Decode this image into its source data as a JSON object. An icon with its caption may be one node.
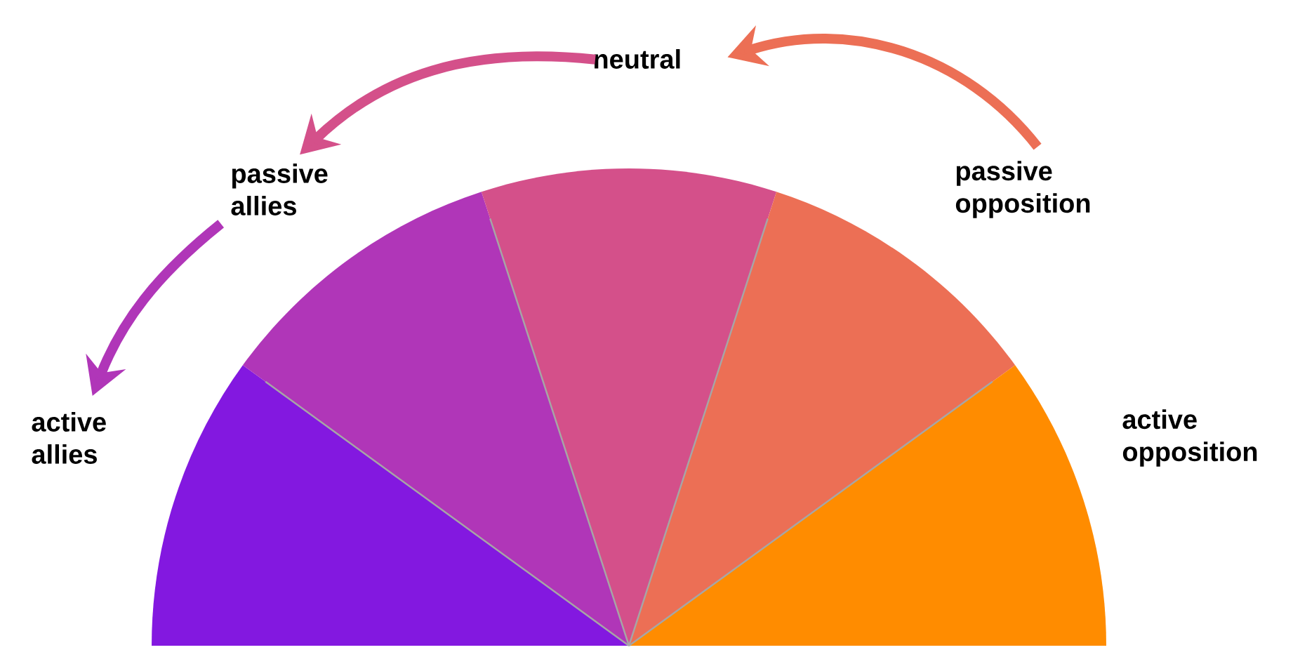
{
  "diagram": {
    "nodes": [
      {
        "text": [
          "active allies"
        ]
      },
      {
        "text": [
          "passive allies"
        ]
      },
      {
        "text": [
          "neutral"
        ]
      },
      {
        "text": [
          "passive opposition"
        ]
      },
      {
        "text": [
          "active opposition"
        ]
      }
    ],
    "edges": [
      {
        "from": 2,
        "to": 1,
        "arrow": "to",
        "color": "#d4508a"
      },
      {
        "from": 1,
        "to": 0,
        "arrow": "to",
        "color": "#b036b8"
      },
      {
        "from": 3,
        "to": 2,
        "arrow": "to",
        "color": "#ec6f55"
      }
    ]
  }
}
